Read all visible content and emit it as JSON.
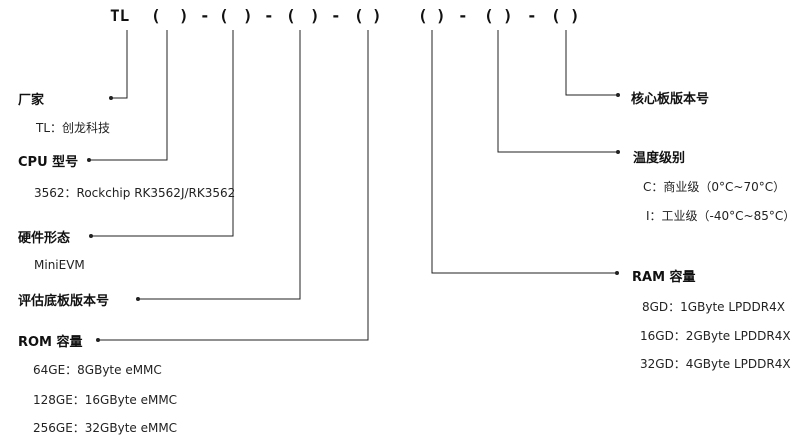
{
  "code": {
    "prefix": "TL",
    "segments": [
      "(",
      ")",
      "-",
      "(",
      ")",
      "-",
      "(",
      ")",
      "-",
      "(",
      ")",
      "(",
      ")",
      "-",
      "(",
      ")",
      "-",
      "(",
      ")"
    ]
  },
  "left_fields": [
    {
      "title": "厂家",
      "items": [
        "TL：创龙科技"
      ]
    },
    {
      "title": "CPU 型号",
      "items": [
        "3562：Rockchip RK3562J/RK3562"
      ]
    },
    {
      "title": "硬件形态",
      "items": [
        "MiniEVM"
      ]
    },
    {
      "title": "评估底板版本号",
      "items": []
    },
    {
      "title": "ROM 容量",
      "items": [
        "64GE：8GByte eMMC",
        "128GE：16GByte eMMC",
        "256GE：32GByte eMMC"
      ]
    }
  ],
  "right_fields": [
    {
      "title": "核心板版本号",
      "items": []
    },
    {
      "title": "温度级别",
      "items": [
        "C：商业级（0°C~70°C）",
        "I：工业级（-40°C~85°C）"
      ]
    },
    {
      "title": "RAM 容量",
      "items": [
        "8GD：1GByte LPDDR4X",
        "16GD：2GByte LPDDR4X",
        "32GD：4GByte LPDDR4X"
      ]
    }
  ]
}
